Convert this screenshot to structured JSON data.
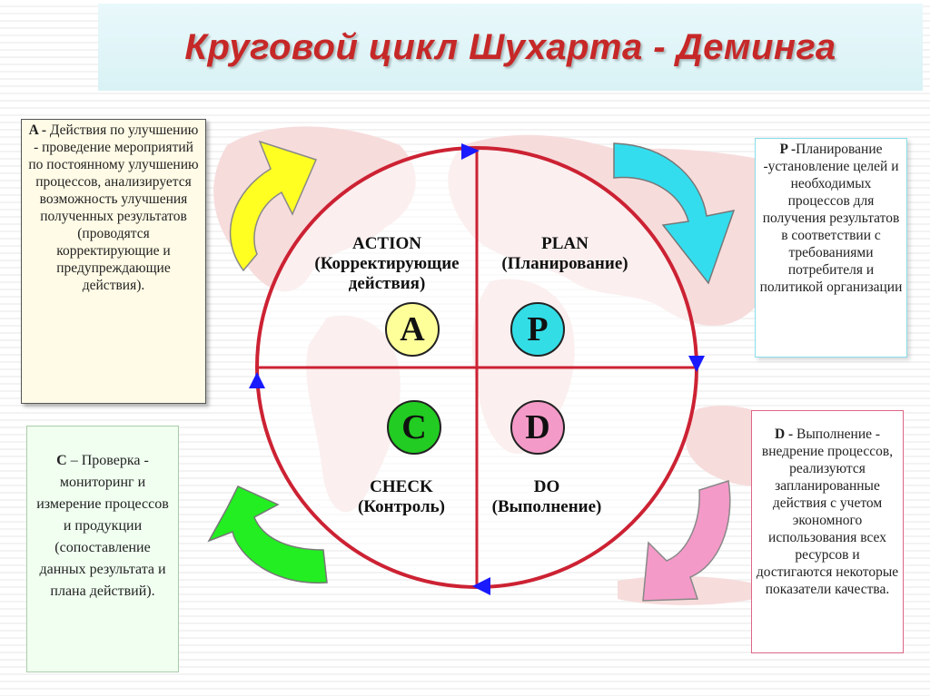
{
  "slide": {
    "title": "Круговой цикл Шухарта - Деминга"
  },
  "quadrants": {
    "action": {
      "line1": "ACTION",
      "line2": "(Корректирующие",
      "line3": "действия)",
      "letter": "A",
      "color": "#ffff9a"
    },
    "plan": {
      "line1": "PLAN",
      "line2": "(Планирование)",
      "letter": "P",
      "color": "#33dde6"
    },
    "check": {
      "line1": "CHECK",
      "line2": "(Контроль)",
      "letter": "C",
      "color": "#22cc22"
    },
    "do": {
      "line1": "DO",
      "line2": "(Выполнение)",
      "letter": "D",
      "color": "#f49ac8"
    }
  },
  "notes": {
    "a": {
      "key": "A - ",
      "text": "Действия по улучшению - проведение мероприятий по постоянному улучшению процессов, анализируется возможность улучшения полученных результатов (проводятся корректирующие и предупреждающие действия)."
    },
    "p": {
      "key": "P -",
      "text": "Планирование -установление целей и необходимых процессов для получения результатов в соответствии с требованиями потребителя и политикой организации"
    },
    "c": {
      "key": "С",
      "text": " – Проверка - мониторинг и измерение процессов и продукции (сопоставление данных результата и плана действий)."
    },
    "d": {
      "key": "D -",
      "text": " Выполнение - внедрение процессов, реализуются запланированные действия с учетом экономного использования всех ресурсов и достигаются некоторые показатели качества."
    }
  },
  "colors": {
    "title": "#c62828",
    "circle": "#cc2233",
    "axis_arrow": "#1a1aff",
    "arrow_yellow": "#ffff22",
    "arrow_cyan": "#33ddee",
    "arrow_green": "#22ee22",
    "arrow_pink": "#f49ac8",
    "map": "#f7dcdc"
  },
  "icons": {
    "cycle_arrows": [
      "curved-arrow-yellow-icon",
      "curved-arrow-cyan-icon",
      "curved-arrow-pink-icon",
      "curved-arrow-green-icon"
    ],
    "flow_markers": [
      "triangle-arrow-icon"
    ]
  }
}
